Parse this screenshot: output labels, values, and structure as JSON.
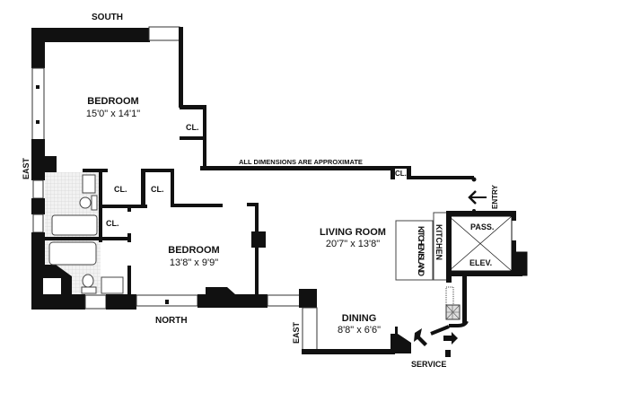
{
  "compass": {
    "south": "SOUTH",
    "north": "NORTH",
    "east_upper": "EAST",
    "east_lower": "EAST"
  },
  "note": "ALL DIMENSIONS ARE APPROXIMATE",
  "rooms": {
    "bedroom1": {
      "name": "BEDROOM",
      "dims": "15'0\" x 14'1\""
    },
    "bedroom2": {
      "name": "BEDROOM",
      "dims": "13'8\" x 9'9\""
    },
    "living": {
      "name": "LIVING ROOM",
      "dims": "20'7\" x 13'8\""
    },
    "dining": {
      "name": "DINING",
      "dims": "8'8\" x 6'6\""
    },
    "kitchen": "KITCHEN",
    "island": "KITCHEN ISLAND"
  },
  "closets": [
    "CL.",
    "CL.",
    "CL.",
    "CL.",
    "CL."
  ],
  "elevator": {
    "top": "PASS.",
    "bottom": "ELEV."
  },
  "entry": "ENTRY",
  "service": "SERVICE",
  "colors": {
    "wall": "#111111",
    "tile": "#e8e8e8"
  }
}
